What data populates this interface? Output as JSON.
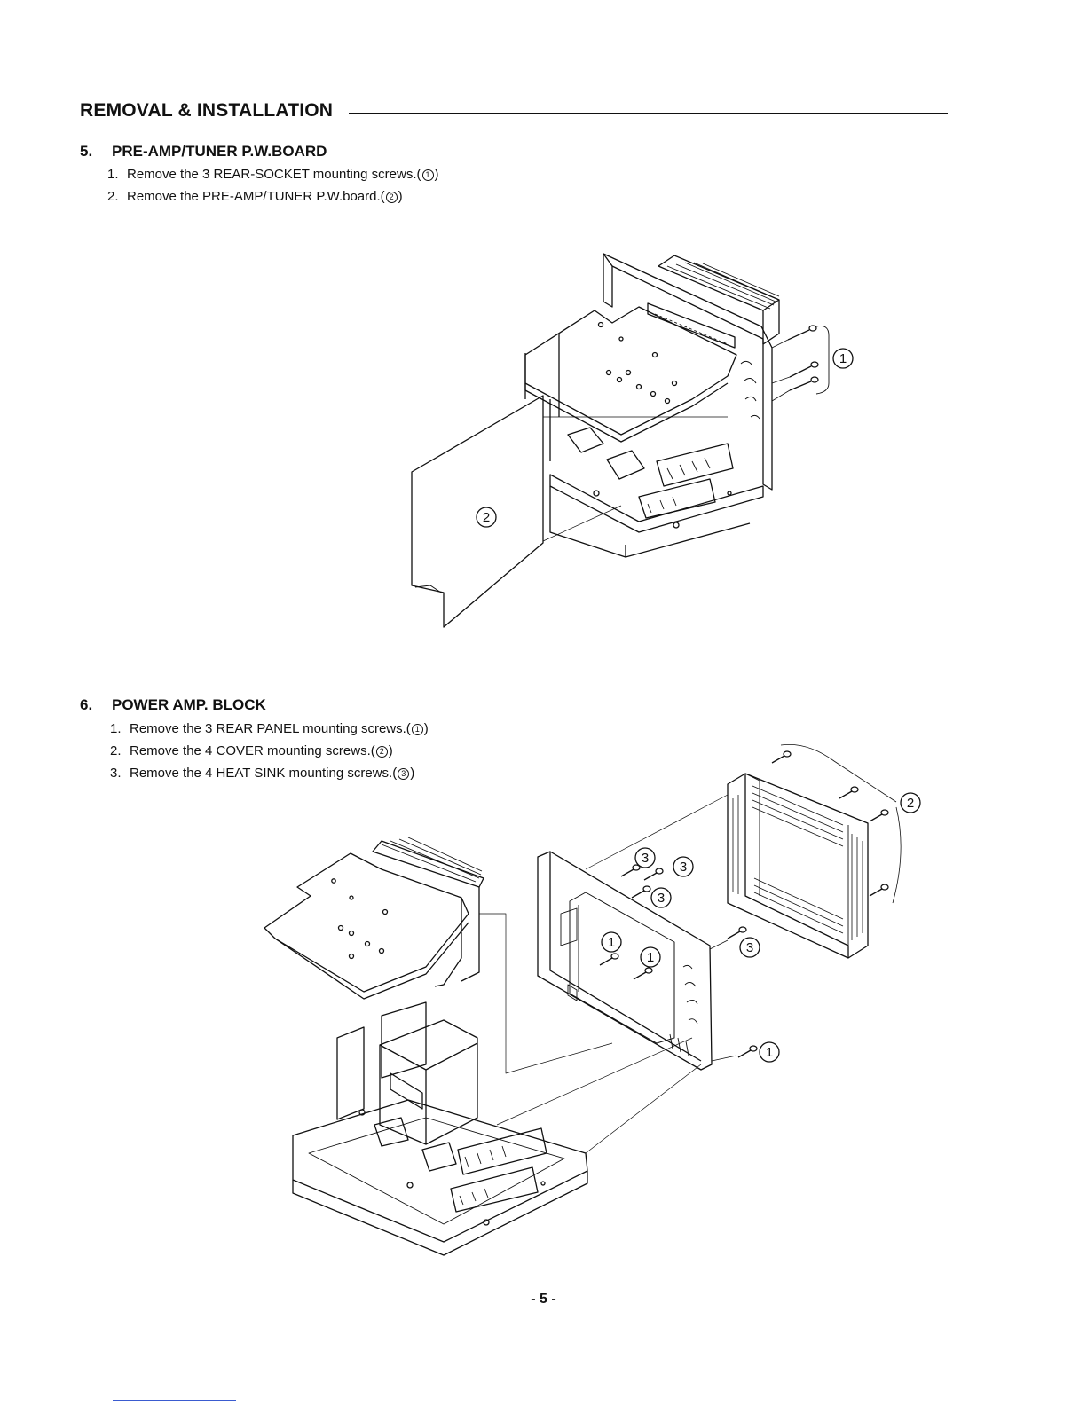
{
  "header": {
    "title": "REMOVAL & INSTALLATION"
  },
  "sections": [
    {
      "number": "5.",
      "title": "PRE-AMP/TUNER P.W.BOARD",
      "steps": [
        {
          "num": "1.",
          "text": "Remove the 3 REAR-SOCKET mounting screws.(",
          "ref": "1",
          "close": ")"
        },
        {
          "num": "2.",
          "text": "Remove the PRE-AMP/TUNER P.W.board.(",
          "ref": "2",
          "close": ")"
        }
      ],
      "callouts": [
        "1",
        "2"
      ]
    },
    {
      "number": "6.",
      "title": "POWER AMP. BLOCK",
      "steps": [
        {
          "num": "1.",
          "text": "Remove the 3 REAR PANEL mounting screws.(",
          "ref": "1",
          "close": ")"
        },
        {
          "num": "2.",
          "text": "Remove the 4 COVER mounting screws.(",
          "ref": "2",
          "close": ")"
        },
        {
          "num": "3.",
          "text": "Remove the 4 HEAT SINK mounting screws.(",
          "ref": "3",
          "close": ")"
        }
      ],
      "callouts": [
        "3",
        "3",
        "3",
        "3",
        "1",
        "1",
        "1",
        "2"
      ]
    }
  ],
  "footer": {
    "page_number": "- 5 -"
  }
}
